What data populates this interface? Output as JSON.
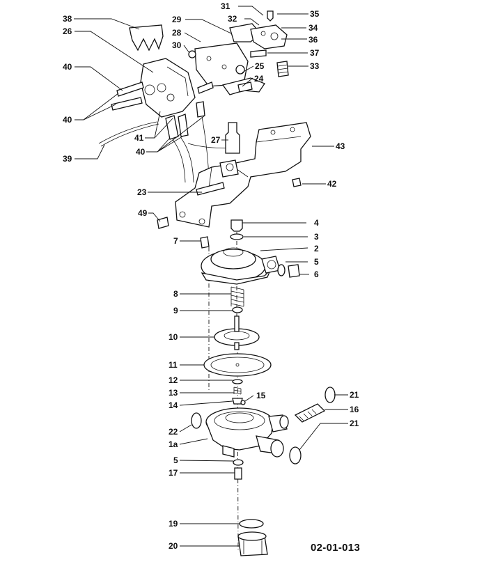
{
  "reference_number": "02-01-013",
  "callouts": [
    {
      "id": "c31",
      "text": "31"
    },
    {
      "id": "c32",
      "text": "32"
    },
    {
      "id": "c35",
      "text": "35"
    },
    {
      "id": "c38",
      "text": "38"
    },
    {
      "id": "c29",
      "text": "29"
    },
    {
      "id": "c34",
      "text": "34"
    },
    {
      "id": "c26",
      "text": "26"
    },
    {
      "id": "c28",
      "text": "28"
    },
    {
      "id": "c36",
      "text": "36"
    },
    {
      "id": "c30",
      "text": "30"
    },
    {
      "id": "c37",
      "text": "37"
    },
    {
      "id": "c40a",
      "text": "40"
    },
    {
      "id": "c33",
      "text": "33"
    },
    {
      "id": "c25",
      "text": "25"
    },
    {
      "id": "c24",
      "text": "24"
    },
    {
      "id": "c40b",
      "text": "40"
    },
    {
      "id": "c41",
      "text": "41"
    },
    {
      "id": "c40c",
      "text": "40"
    },
    {
      "id": "c27",
      "text": "27"
    },
    {
      "id": "c43",
      "text": "43"
    },
    {
      "id": "c39",
      "text": "39"
    },
    {
      "id": "c42",
      "text": "42"
    },
    {
      "id": "c23",
      "text": "23"
    },
    {
      "id": "c49",
      "text": "49"
    },
    {
      "id": "c4",
      "text": "4"
    },
    {
      "id": "c3",
      "text": "3"
    },
    {
      "id": "c7",
      "text": "7"
    },
    {
      "id": "c2",
      "text": "2"
    },
    {
      "id": "c5a",
      "text": "5"
    },
    {
      "id": "c6",
      "text": "6"
    },
    {
      "id": "c8",
      "text": "8"
    },
    {
      "id": "c9",
      "text": "9"
    },
    {
      "id": "c10",
      "text": "10"
    },
    {
      "id": "c11",
      "text": "11"
    },
    {
      "id": "c12",
      "text": "12"
    },
    {
      "id": "c13",
      "text": "13"
    },
    {
      "id": "c21a",
      "text": "21"
    },
    {
      "id": "c15",
      "text": "15"
    },
    {
      "id": "c14",
      "text": "14"
    },
    {
      "id": "c16",
      "text": "16"
    },
    {
      "id": "c22",
      "text": "22"
    },
    {
      "id": "c21b",
      "text": "21"
    },
    {
      "id": "c1a",
      "text": "1a"
    },
    {
      "id": "c5b",
      "text": "5"
    },
    {
      "id": "c17",
      "text": "17"
    },
    {
      "id": "c19",
      "text": "19"
    },
    {
      "id": "c20",
      "text": "20"
    }
  ]
}
